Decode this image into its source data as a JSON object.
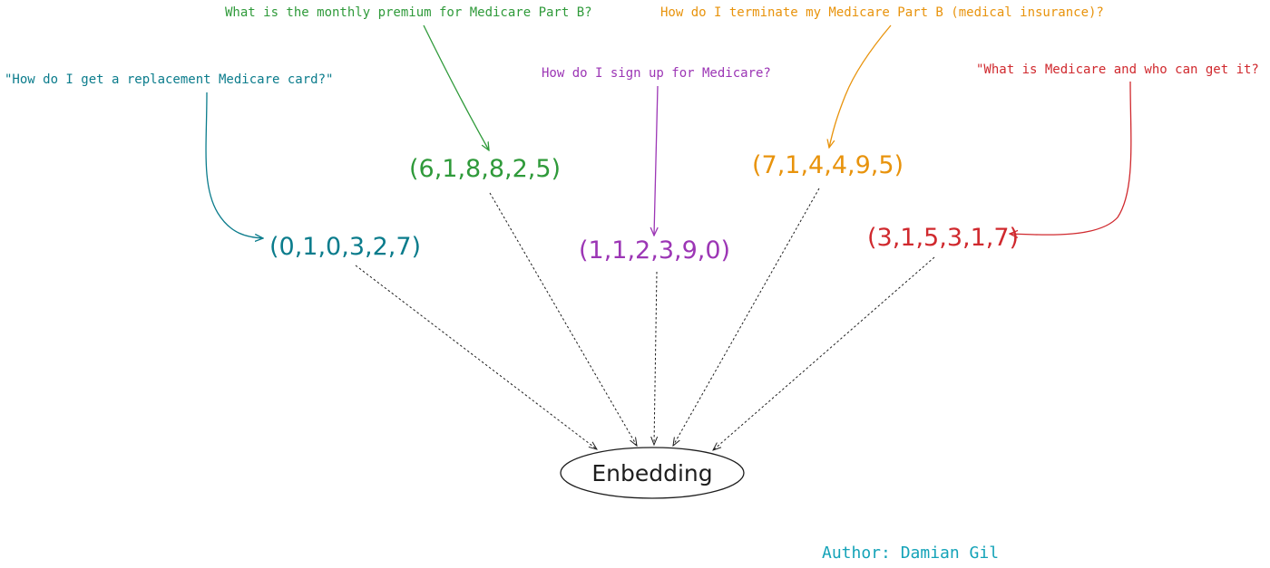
{
  "colors": {
    "teal": "#0b7c8c",
    "green": "#2f9a3a",
    "purple": "#9c36b5",
    "orange": "#e8930c",
    "red": "#d0292e",
    "black": "#1e1e1e",
    "author": "#14a3b8"
  },
  "questions": [
    {
      "id": "q1",
      "text": "\"How do I get a replacement Medicare card?\"",
      "vector": "(0,1,0,3,2,7)"
    },
    {
      "id": "q2",
      "text": "What is the monthly premium for Medicare Part B?",
      "vector": "(6,1,8,8,2,5)"
    },
    {
      "id": "q3",
      "text": "How do I sign up for Medicare?",
      "vector": "(1,1,2,3,9,0)"
    },
    {
      "id": "q4",
      "text": "How do I terminate my Medicare Part B (medical insurance)?",
      "vector": "(7,1,4,4,9,5)"
    },
    {
      "id": "q5",
      "text": "\"What is Medicare and who can get it?",
      "vector": "(3,1,5,3,1,7)"
    }
  ],
  "center": {
    "label": "Enbedding"
  },
  "author": "Author: Damian Gil"
}
